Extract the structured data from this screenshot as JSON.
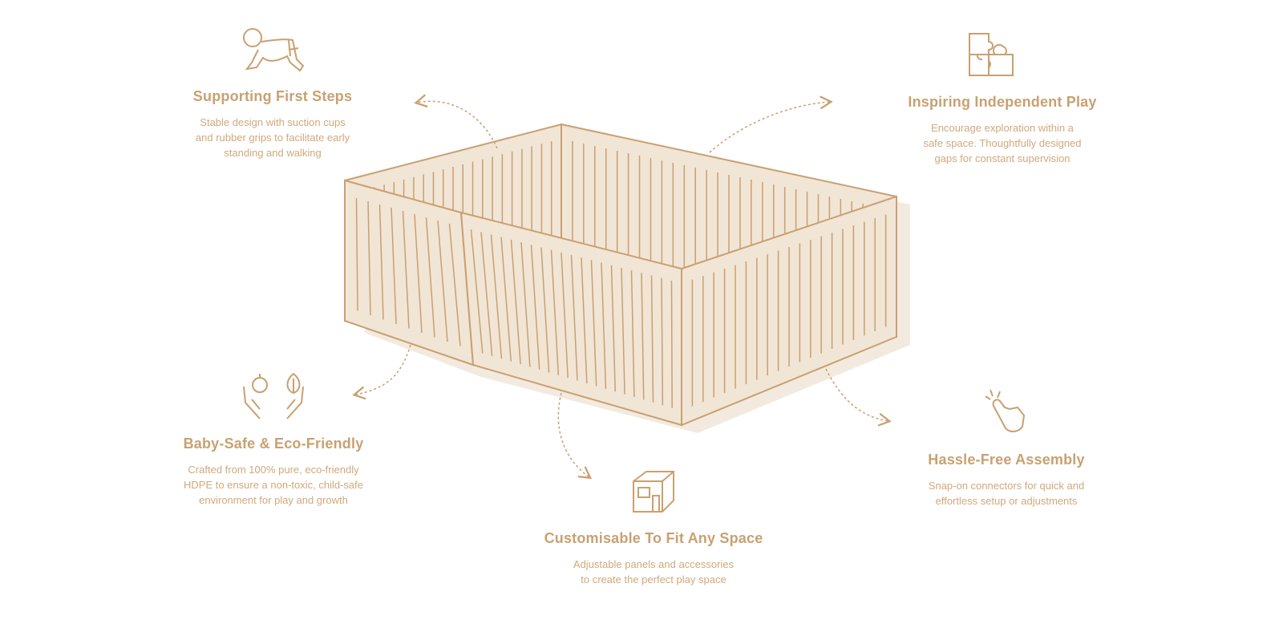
{
  "colors": {
    "accent": "#c9a070",
    "pen_fill": "#f1e5d6",
    "shadow": "#f3eadf"
  },
  "features": [
    {
      "icon": "crawling-baby-icon",
      "title": "Supporting First Steps",
      "lines": [
        "Stable design with suction cups",
        "and rubber grips to facilitate early",
        "standing and walking"
      ]
    },
    {
      "icon": "puzzle-icon",
      "title": "Inspiring Independent Play",
      "lines": [
        "Encourage exploration within a",
        "safe space. Thoughtfully designed",
        "gaps for constant supervision"
      ]
    },
    {
      "icon": "hands-leaf-icon",
      "title": "Baby-Safe & Eco-Friendly",
      "lines": [
        "Crafted from 100% pure, eco-friendly",
        "HDPE to ensure a non-toxic, child-safe",
        "environment for play and growth"
      ]
    },
    {
      "icon": "room-layout-icon",
      "title": "Customisable To Fit Any Space",
      "lines": [
        "Adjustable panels and accessories",
        "to create the perfect play space"
      ]
    },
    {
      "icon": "tap-hand-icon",
      "title": "Hassle-Free Assembly",
      "lines": [
        "Snap-on connectors for quick and",
        "effortless setup or adjustments"
      ]
    }
  ]
}
